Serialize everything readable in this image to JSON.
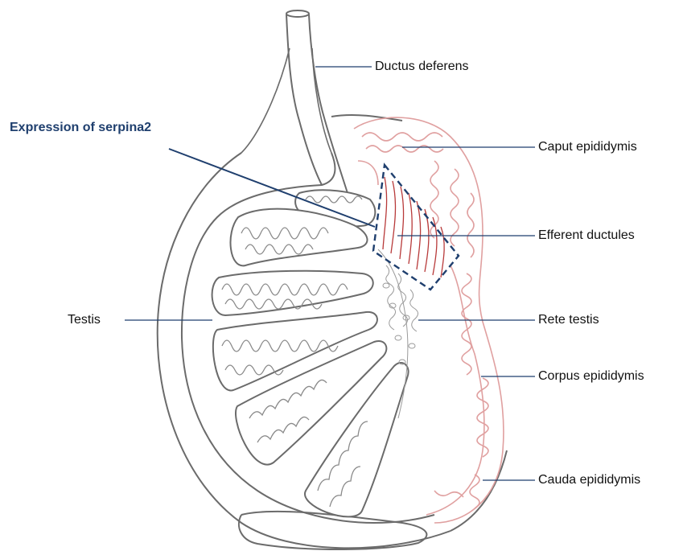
{
  "highlight": {
    "label": "Expression of serpina2",
    "color": "#1f3f6e"
  },
  "labels": {
    "ductus_deferens": "Ductus deferens",
    "caput_epididymis": "Caput epididymis",
    "efferent_ductules": "Efferent ductules",
    "testis": "Testis",
    "rete_testis": "Rete testis",
    "corpus_epididymis": "Corpus epididymis",
    "cauda_epididymis": "Cauda epididymis"
  },
  "colors": {
    "outline": "#6b6b6b",
    "epididymis": "#e0a0a0",
    "ductules": "#b83a3a",
    "leader_lines": "#1f3f6e"
  }
}
